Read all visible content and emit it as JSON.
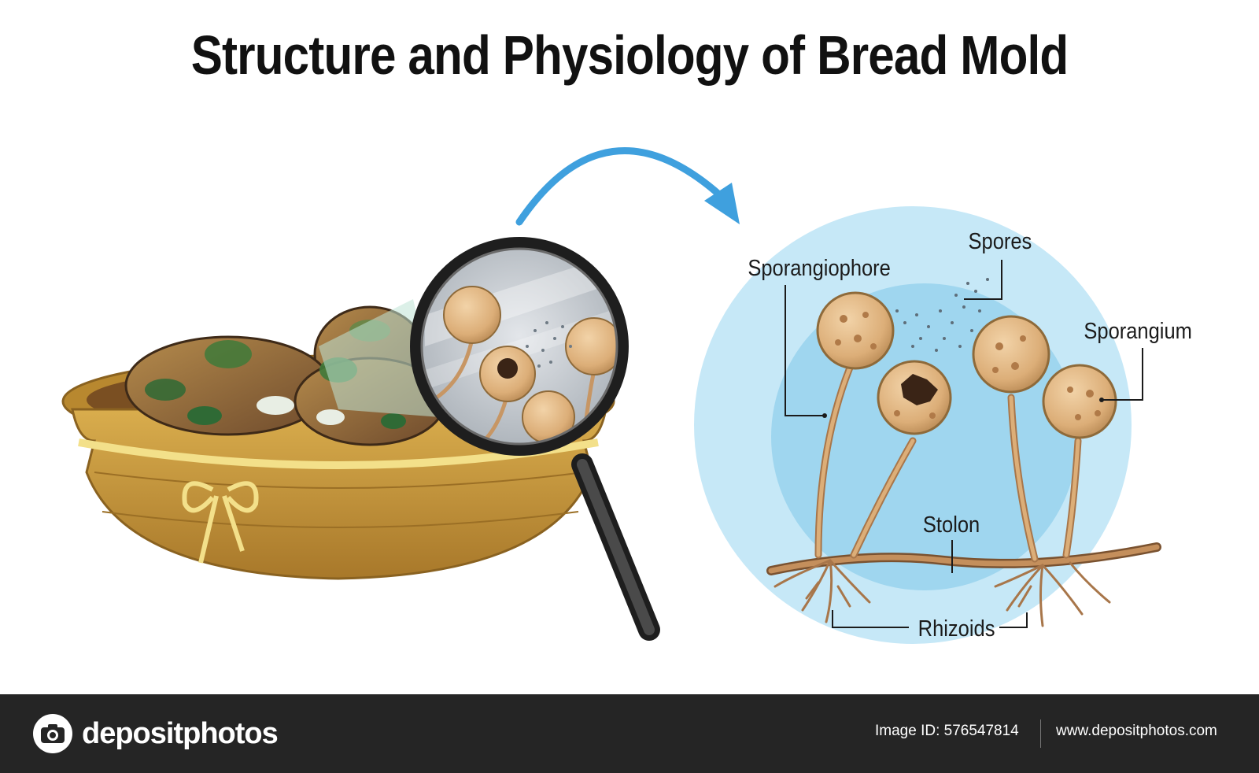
{
  "title": "Structure and Physiology of Bread Mold",
  "labels": {
    "sporangiophore": "Sporangiophore",
    "spores": "Spores",
    "sporangium": "Sporangium",
    "stolon": "Stolon",
    "rhizoids": "Rhizoids"
  },
  "footer": {
    "brand": "depositphotos",
    "image_id": "Image ID: 576547814",
    "website": "www.depositphotos.com"
  },
  "colors": {
    "arrow": "#3fa0de",
    "circle_outer": "#c6e8f7",
    "circle_inner": "#9fd6ef",
    "basket": "#c79a3a",
    "ribbon": "#f3e08a",
    "sporangium": "#deb482",
    "footer_bg": "#252525"
  }
}
